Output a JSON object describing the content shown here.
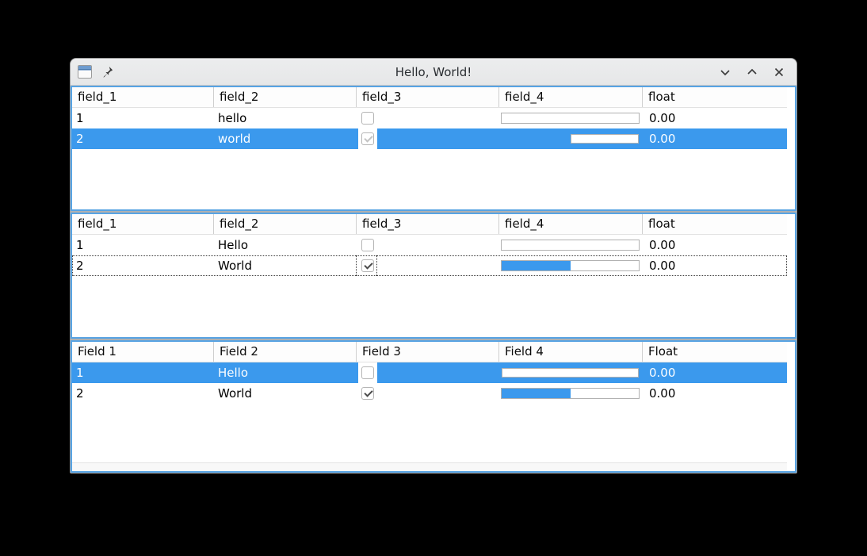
{
  "window": {
    "title": "Hello, World!",
    "buttons": {
      "minimize": "chevron-down",
      "maximize": "chevron-up",
      "close": "x"
    }
  },
  "colors": {
    "selection": "#3b99ed",
    "progress_fill": "#3b99ed",
    "frame_blue": "#57a3e3"
  },
  "tables": [
    {
      "headers": [
        "field_1",
        "field_2",
        "field_3",
        "field_4",
        "float"
      ],
      "rows": [
        {
          "c1": "1",
          "c2": "hello",
          "checked": false,
          "check_muted": false,
          "progress": 0,
          "fl": "0.00",
          "selected": false,
          "focused": false
        },
        {
          "c1": "2",
          "c2": "world",
          "checked": true,
          "check_muted": true,
          "progress": 50,
          "fl": "0.00",
          "selected": true,
          "focused": false
        }
      ]
    },
    {
      "headers": [
        "field_1",
        "field_2",
        "field_3",
        "field_4",
        "float"
      ],
      "rows": [
        {
          "c1": "1",
          "c2": "Hello",
          "checked": false,
          "check_muted": false,
          "progress": 0,
          "fl": "0.00",
          "selected": false,
          "focused": false
        },
        {
          "c1": "2",
          "c2": "World",
          "checked": true,
          "check_muted": false,
          "progress": 50,
          "fl": "0.00",
          "selected": false,
          "focused": true
        }
      ]
    },
    {
      "headers": [
        "Field 1",
        "Field 2",
        "Field 3",
        "Field 4",
        "Float"
      ],
      "rows": [
        {
          "c1": "1",
          "c2": "Hello",
          "checked": false,
          "check_muted": false,
          "progress": 0,
          "fl": "0.00",
          "selected": true,
          "focused": false
        },
        {
          "c1": "2",
          "c2": "World",
          "checked": true,
          "check_muted": false,
          "progress": 50,
          "fl": "0.00",
          "selected": false,
          "focused": false
        }
      ]
    }
  ]
}
